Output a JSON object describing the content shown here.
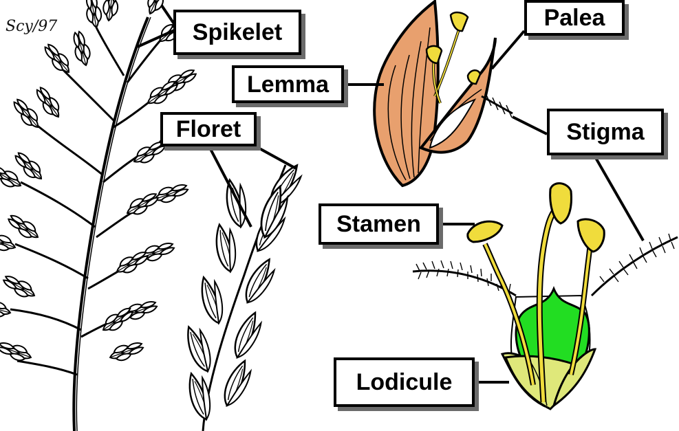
{
  "signature": "Scy/97",
  "labels": {
    "spikelet": "Spikelet",
    "palea": "Palea",
    "lemma": "Lemma",
    "stigma": "Stigma",
    "floret": "Floret",
    "stamen": "Stamen",
    "lodicule": "Lodicule"
  },
  "colors": {
    "lemma_fill": "#e8a06e",
    "lodicule_fill": "#dfe87a",
    "ovary_fill": "#22dd22",
    "stamen_fill": "#f0dc3c",
    "line": "#000000",
    "label_shadow": "#6b6b6b"
  }
}
